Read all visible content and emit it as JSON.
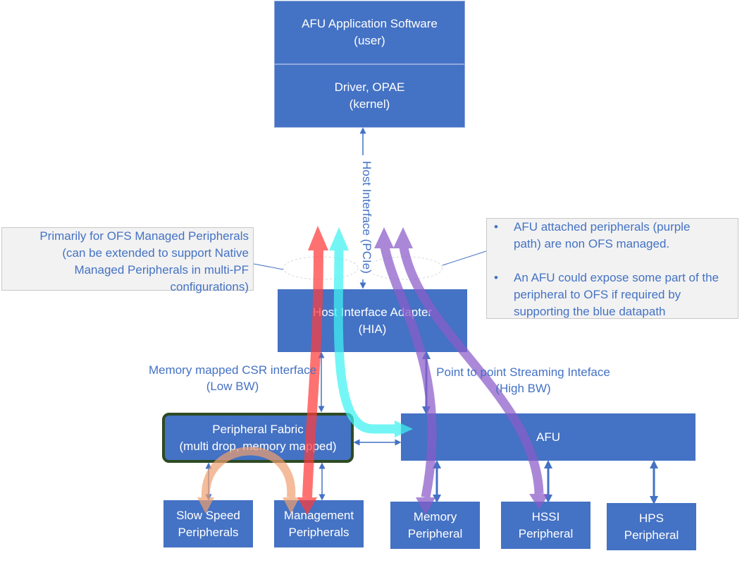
{
  "boxes": {
    "app_software": {
      "line1": "AFU Application Software",
      "line2": "(user)"
    },
    "driver": {
      "line1": "Driver, OPAE",
      "line2": "(kernel)"
    },
    "hia": {
      "line1": "Host Interface Adapter",
      "line2": "(HIA)"
    },
    "fabric": {
      "line1": "Peripheral Fabric",
      "line2": "(multi drop, memory mapped)"
    },
    "afu": {
      "line1": "AFU"
    },
    "slow_speed": {
      "line1": "Slow Speed",
      "line2": "Peripherals"
    },
    "management": {
      "line1": "Management",
      "line2": "Peripherals"
    },
    "memory": {
      "line1": "Memory",
      "line2": "Peripheral"
    },
    "hssi": {
      "line1": "HSSI",
      "line2": "Peripheral"
    },
    "hps": {
      "line1": "HPS",
      "line2": "Peripheral"
    }
  },
  "labels": {
    "host_interface": "Host Interface (PCIe)",
    "csr_line1": "Memory mapped CSR interface",
    "csr_line2": "(Low BW)",
    "streaming_line1": "Point to point Streaming Inteface",
    "streaming_line2": "(High BW)"
  },
  "callouts": {
    "left": {
      "line1": "Primarily for OFS  Managed Peripherals",
      "line2": "(can be extended to support Native",
      "line3": "Managed Peripherals in multi-PF",
      "line4": "configurations)"
    },
    "right": {
      "bullet": "•",
      "item1_line1": "AFU attached peripherals (purple",
      "item1_line2": "path) are non OFS  managed.",
      "item2_line1": "An AFU could expose some part of the",
      "item2_line2": "peripheral to OFS  if required by",
      "item2_line3": "supporting the blue datapath"
    }
  },
  "colors": {
    "box_fill": "#4472c4",
    "box_text": "#ffffff",
    "label_text": "#4472c4",
    "fabric_border": "#2e4a22",
    "callout_fill": "#f2f2f2",
    "path_red": "#ff3b3b",
    "path_cyan": "#3ef2f2",
    "path_purple": "#8a5bc9",
    "path_orange": "#f0a070"
  },
  "icons": {
    "bidirectional_arrow": "double-headed-arrow-icon"
  }
}
